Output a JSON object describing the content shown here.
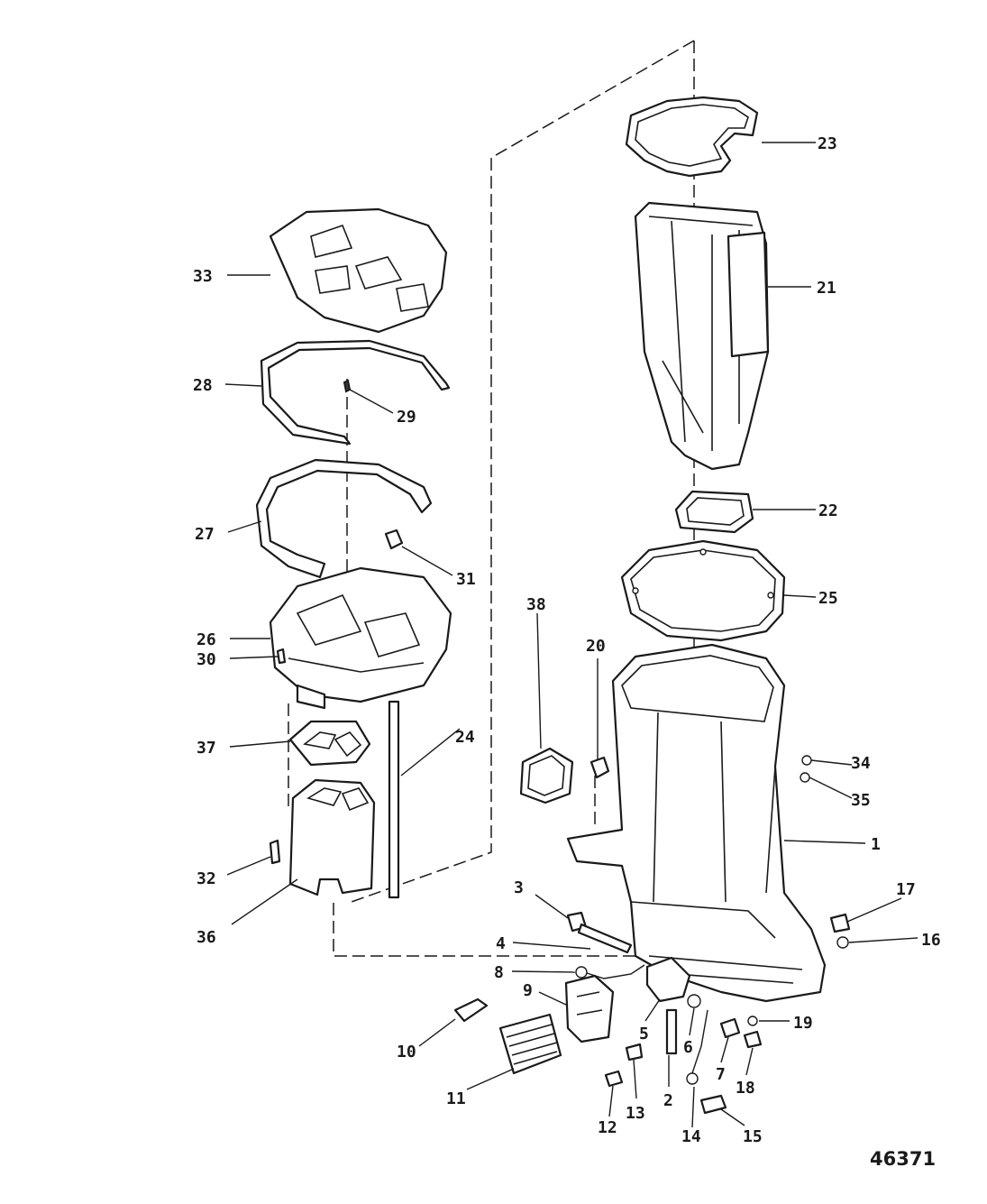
{
  "callouts": [
    {
      "label": "1"
    },
    {
      "label": "2"
    },
    {
      "label": "3"
    },
    {
      "label": "4"
    },
    {
      "label": "5"
    },
    {
      "label": "6"
    },
    {
      "label": "7"
    },
    {
      "label": "8"
    },
    {
      "label": "9"
    },
    {
      "label": "10"
    },
    {
      "label": "11"
    },
    {
      "label": "12"
    },
    {
      "label": "13"
    },
    {
      "label": "14"
    },
    {
      "label": "15"
    },
    {
      "label": "16"
    },
    {
      "label": "17"
    },
    {
      "label": "18"
    },
    {
      "label": "19"
    },
    {
      "label": "20"
    },
    {
      "label": "21"
    },
    {
      "label": "22"
    },
    {
      "label": "23"
    },
    {
      "label": "24"
    },
    {
      "label": "25"
    },
    {
      "label": "26"
    },
    {
      "label": "27"
    },
    {
      "label": "28"
    },
    {
      "label": "29"
    },
    {
      "label": "30"
    },
    {
      "label": "31"
    },
    {
      "label": "32"
    },
    {
      "label": "33"
    },
    {
      "label": "34"
    },
    {
      "label": "35"
    },
    {
      "label": "36"
    },
    {
      "label": "37"
    },
    {
      "label": "38"
    }
  ],
  "figure_number": "46371"
}
